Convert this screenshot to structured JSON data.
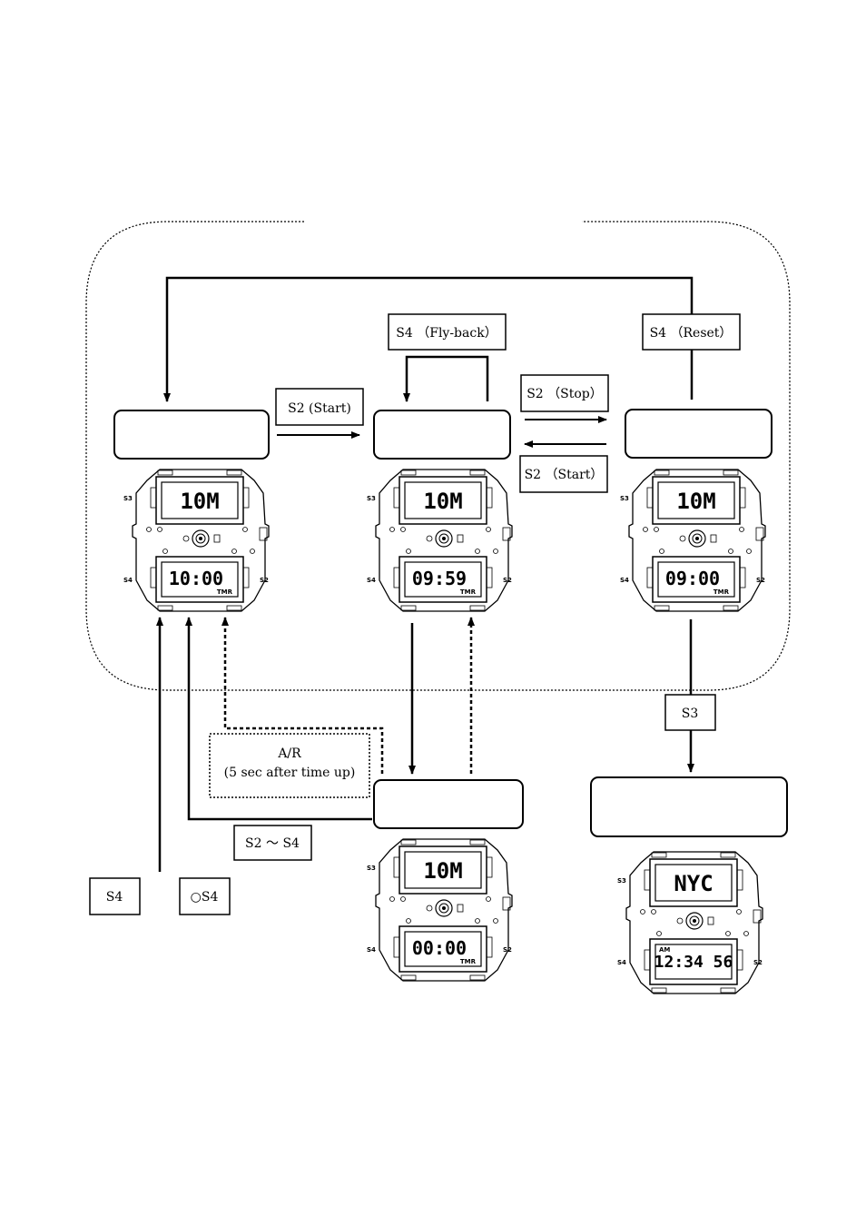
{
  "labels": {
    "s4_flyback": "S4 （Fly-back）",
    "s4_reset": "S4 （Reset）",
    "s2_start_top": "S2 (Start)",
    "s2_stop": "S2 （Stop）",
    "s2_start_bottom": "S2 （Start）",
    "s3": "S3",
    "ar_line1": "A/R",
    "ar_line2": "(5 sec after time up)",
    "s2_s4": "S2 ～ S4",
    "s4": "S4",
    "o_s4": "○S4"
  },
  "watches": [
    {
      "id": "ready",
      "top": "10M",
      "bottom": "10:00",
      "mode": "TMR",
      "button_left_top": "S3",
      "button_left_bottom": "S4",
      "button_right": "S2"
    },
    {
      "id": "running",
      "top": "10M",
      "bottom": "09:59",
      "mode": "TMR",
      "button_left_top": "S3",
      "button_left_bottom": "S4",
      "button_right": "S2"
    },
    {
      "id": "stopped",
      "top": "10M",
      "bottom": "09:00",
      "mode": "TMR",
      "button_left_top": "S3",
      "button_left_bottom": "S4",
      "button_right": "S2"
    },
    {
      "id": "timeup",
      "top": "10M",
      "bottom": "00:00",
      "mode": "TMR",
      "button_left_top": "S3",
      "button_left_bottom": "S4",
      "button_right": "S2"
    },
    {
      "id": "time",
      "top": "NYC",
      "bottom": "12:34 56",
      "mode": "AM",
      "button_left_top": "S3",
      "button_left_bottom": "S4",
      "button_right": "S2"
    }
  ],
  "colors": {
    "line": "#000000",
    "background": "#ffffff"
  }
}
